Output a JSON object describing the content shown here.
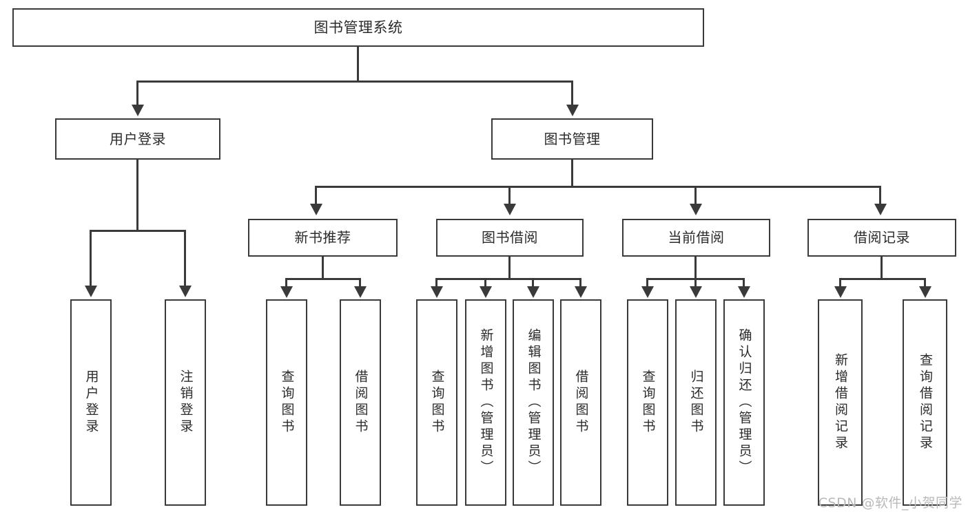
{
  "diagram": {
    "title": "图书管理系统",
    "type": "tree",
    "watermark": "CSDN @软件_小贺同学",
    "colors": {
      "background": "#ffffff",
      "node_fill": "#ffffff",
      "node_stroke": "#3a3a3a",
      "text": "#2b2b2b",
      "watermark": "#b9b9b9"
    },
    "root": {
      "label": "图书管理系统"
    },
    "level2": [
      {
        "id": "user-login",
        "label": "用户登录"
      },
      {
        "id": "book-manage",
        "label": "图书管理"
      }
    ],
    "level3": [
      {
        "id": "new-book-recommend",
        "label": "新书推荐"
      },
      {
        "id": "book-borrow",
        "label": "图书借阅"
      },
      {
        "id": "current-borrow",
        "label": "当前借阅"
      },
      {
        "id": "borrow-record",
        "label": "借阅记录"
      }
    ],
    "leaves": {
      "user_login": [
        {
          "id": "leaf-user-login",
          "label": "用户登录"
        },
        {
          "id": "leaf-logout",
          "label": "注销登录"
        }
      ],
      "new_book_recommend": [
        {
          "id": "leaf-query-book-1",
          "label": "查询图书"
        },
        {
          "id": "leaf-borrow-book-1",
          "label": "借阅图书"
        }
      ],
      "book_borrow": [
        {
          "id": "leaf-query-book-2",
          "label": "查询图书"
        },
        {
          "id": "leaf-add-book",
          "label": "新增图书（管理员）"
        },
        {
          "id": "leaf-edit-book",
          "label": "编辑图书（管理员）"
        },
        {
          "id": "leaf-borrow-book-2",
          "label": "借阅图书"
        }
      ],
      "current_borrow": [
        {
          "id": "leaf-query-book-3",
          "label": "查询图书"
        },
        {
          "id": "leaf-return-book",
          "label": "归还图书"
        },
        {
          "id": "leaf-confirm-return",
          "label": "确认归还（管理员）"
        }
      ],
      "borrow_record": [
        {
          "id": "leaf-add-record",
          "label": "新增借阅记录"
        },
        {
          "id": "leaf-query-record",
          "label": "查询借阅记录"
        }
      ]
    }
  }
}
